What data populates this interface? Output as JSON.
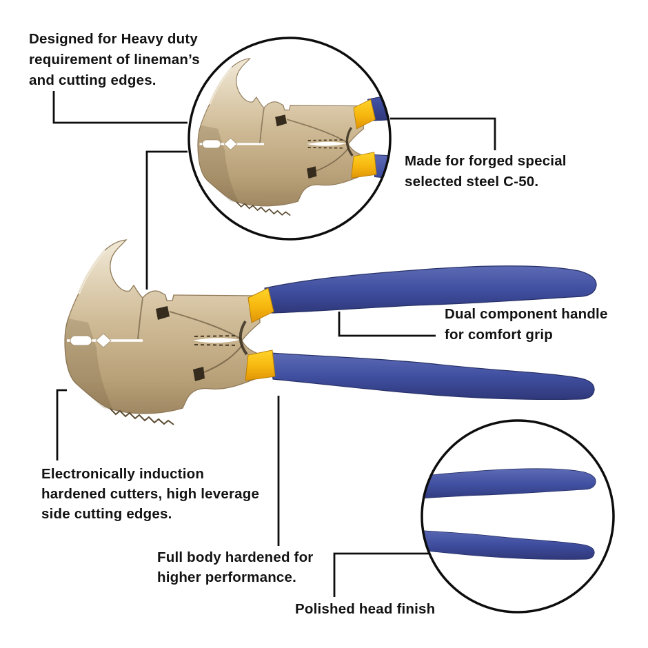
{
  "title": "Fence pliers product feature diagram",
  "colors": {
    "handle_blue": "#3d4c9f",
    "collar_yellow": "#f6b60e",
    "metal_tan": "#cfba94",
    "line_color": "#0d0d0d",
    "text_color": "#121212",
    "background": "#ffffff"
  },
  "labels": {
    "heavy_duty": "Designed for Heavy duty\nrequirement of lineman’s\nand cutting edges.",
    "made_for": "Made for forged special\nselected steel C-50.",
    "dual_component": "Dual component handle\nfor comfort grip",
    "electronically": "Electronically induction\nhardened cutters, high leverage\nside cutting edges.",
    "full_body": "Full body hardened for\nhigher performance.",
    "polished": "Polished head finish"
  }
}
